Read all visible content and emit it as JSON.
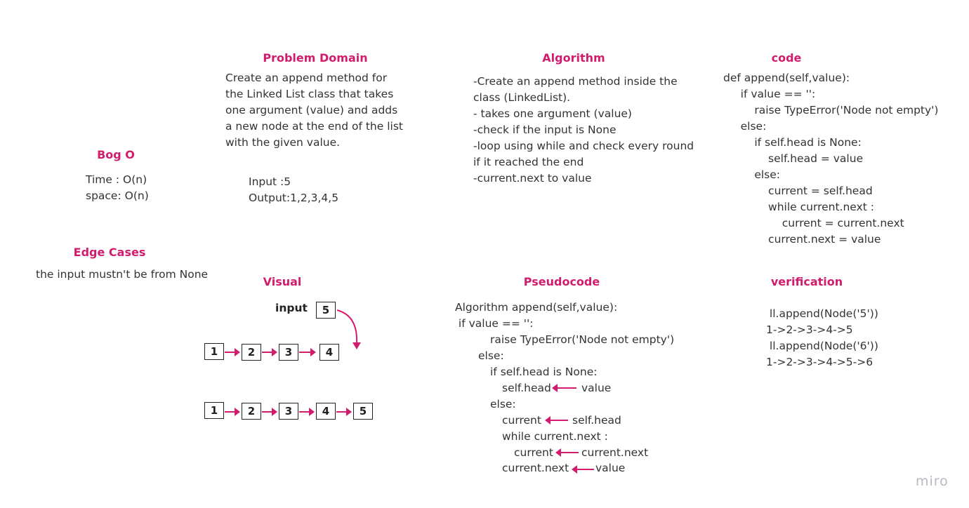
{
  "headings": {
    "problem": "Problem Domain",
    "algorithm": "Algorithm",
    "code": "code",
    "bigo": "Bog O",
    "edge": "Edge Cases",
    "visual": "Visual",
    "pseudo": "Pseudocode",
    "verification": "verification"
  },
  "problem": {
    "description": "Create an append method for the Linked List class that takes one argument (value) and adds a new node at the end of the list with the given value.",
    "input": "Input :5",
    "output": "Output:1,2,3,4,5"
  },
  "algorithm": {
    "lines": [
      "-Create an append method inside the",
      "class (LinkedList).",
      "- takes one argument (value)",
      "-check if the input is None",
      "-loop using while and check every round",
      "if it reached the end",
      "-current.next to value"
    ]
  },
  "code": {
    "lines": [
      "def append(self,value):",
      "     if value == '':",
      "         raise TypeError('Node not empty')",
      "     else:",
      "         if self.head is None:",
      "             self.head = value",
      "         else:",
      "             current = self.head",
      "             while current.next :",
      "                 current = current.next",
      "             current.next = value"
    ]
  },
  "bigo": {
    "time": "Time : O(n)",
    "space": "space: O(n)"
  },
  "edge": {
    "text": "the input mustn't be from None"
  },
  "visual": {
    "input_label": "input",
    "input_node": "5",
    "row1": [
      "1",
      "2",
      "3",
      "4"
    ],
    "row2": [
      "1",
      "2",
      "3",
      "4",
      "5"
    ]
  },
  "pseudo": {
    "header": "Algorithm append(self,value):",
    "if_line": " if value == '':",
    "raise": "raise TypeError('Node not empty')",
    "else1": "else:",
    "if_head": "if self.head is None:",
    "l1_left": "self.head",
    "l1_right": "value",
    "else2": "else:",
    "l2_left": "current",
    "l2_right": "self.head",
    "while": "while current.next :",
    "l3_left": "current",
    "l3_right": "current.next",
    "l4_left": "current.next",
    "l4_right": "value"
  },
  "verification": {
    "lines": [
      " ll.append(Node('5'))",
      "1->2->3->4->5",
      " ll.append(Node('6'))",
      "1->2->3->4->5->6"
    ]
  },
  "brand": "miro",
  "colors": {
    "accent": "#d11c6e",
    "text": "#333333",
    "brand": "#b8b8c2"
  }
}
